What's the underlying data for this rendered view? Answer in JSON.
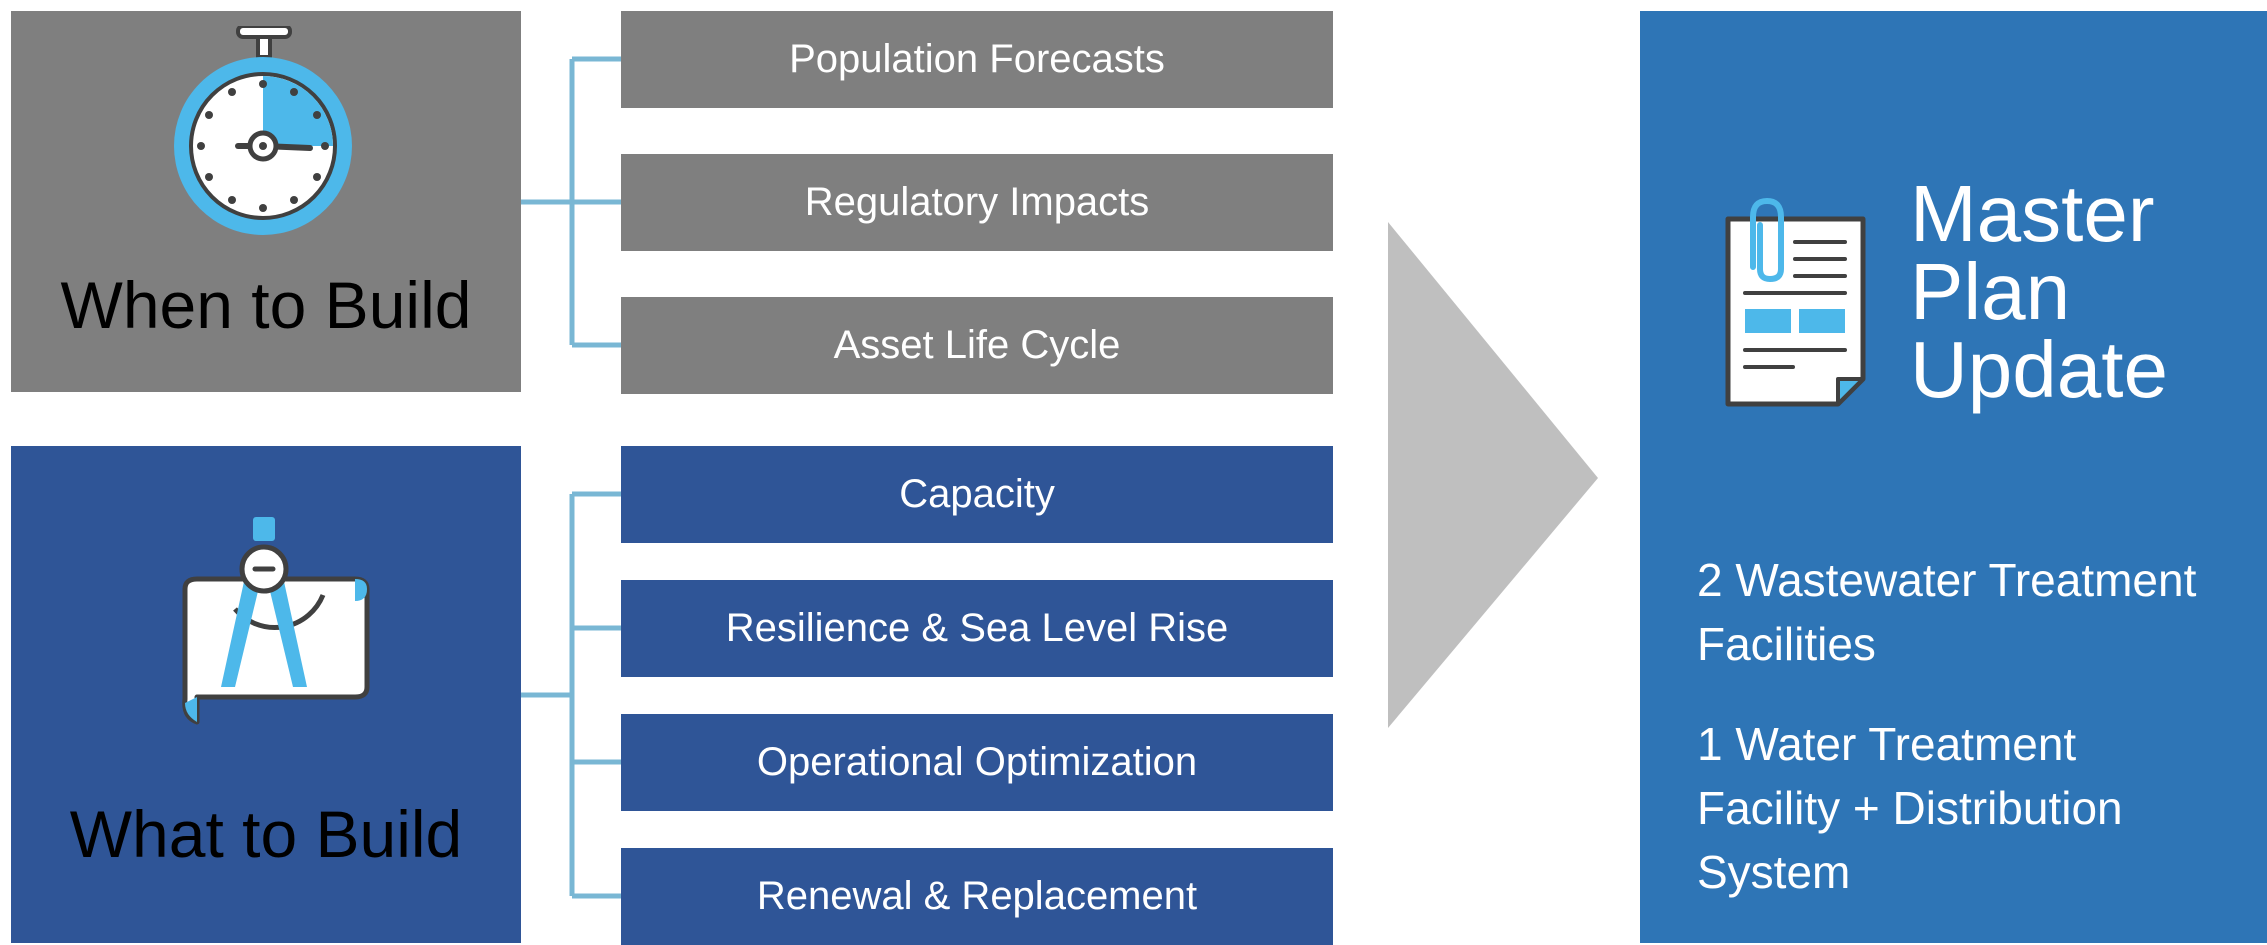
{
  "colors": {
    "gray_panel": "#7f7f7f",
    "navy_panel": "#2f5597",
    "master_panel": "#2e75b6",
    "connector": "#79b7d4",
    "arrow": "#bfbfbf",
    "icon_accent": "#4db8ea",
    "icon_outline": "#404040"
  },
  "when_section": {
    "title": "When to Build",
    "icon": "stopwatch-icon",
    "items": [
      "Population Forecasts",
      "Regulatory Impacts",
      "Asset Life Cycle"
    ]
  },
  "what_section": {
    "title": "What to Build",
    "icon": "compass-blueprint-icon",
    "items": [
      "Capacity",
      "Resilience & Sea Level Rise",
      "Operational Optimization",
      "Renewal & Replacement"
    ]
  },
  "arrow_icon": "right-chevron-arrow",
  "master_plan": {
    "icon": "document-paperclip-icon",
    "title_lines": [
      "Master",
      "Plan",
      "Update"
    ],
    "items": [
      "2 Wastewater Treatment Facilities",
      "1 Water Treatment Facility + Distribution System"
    ]
  }
}
